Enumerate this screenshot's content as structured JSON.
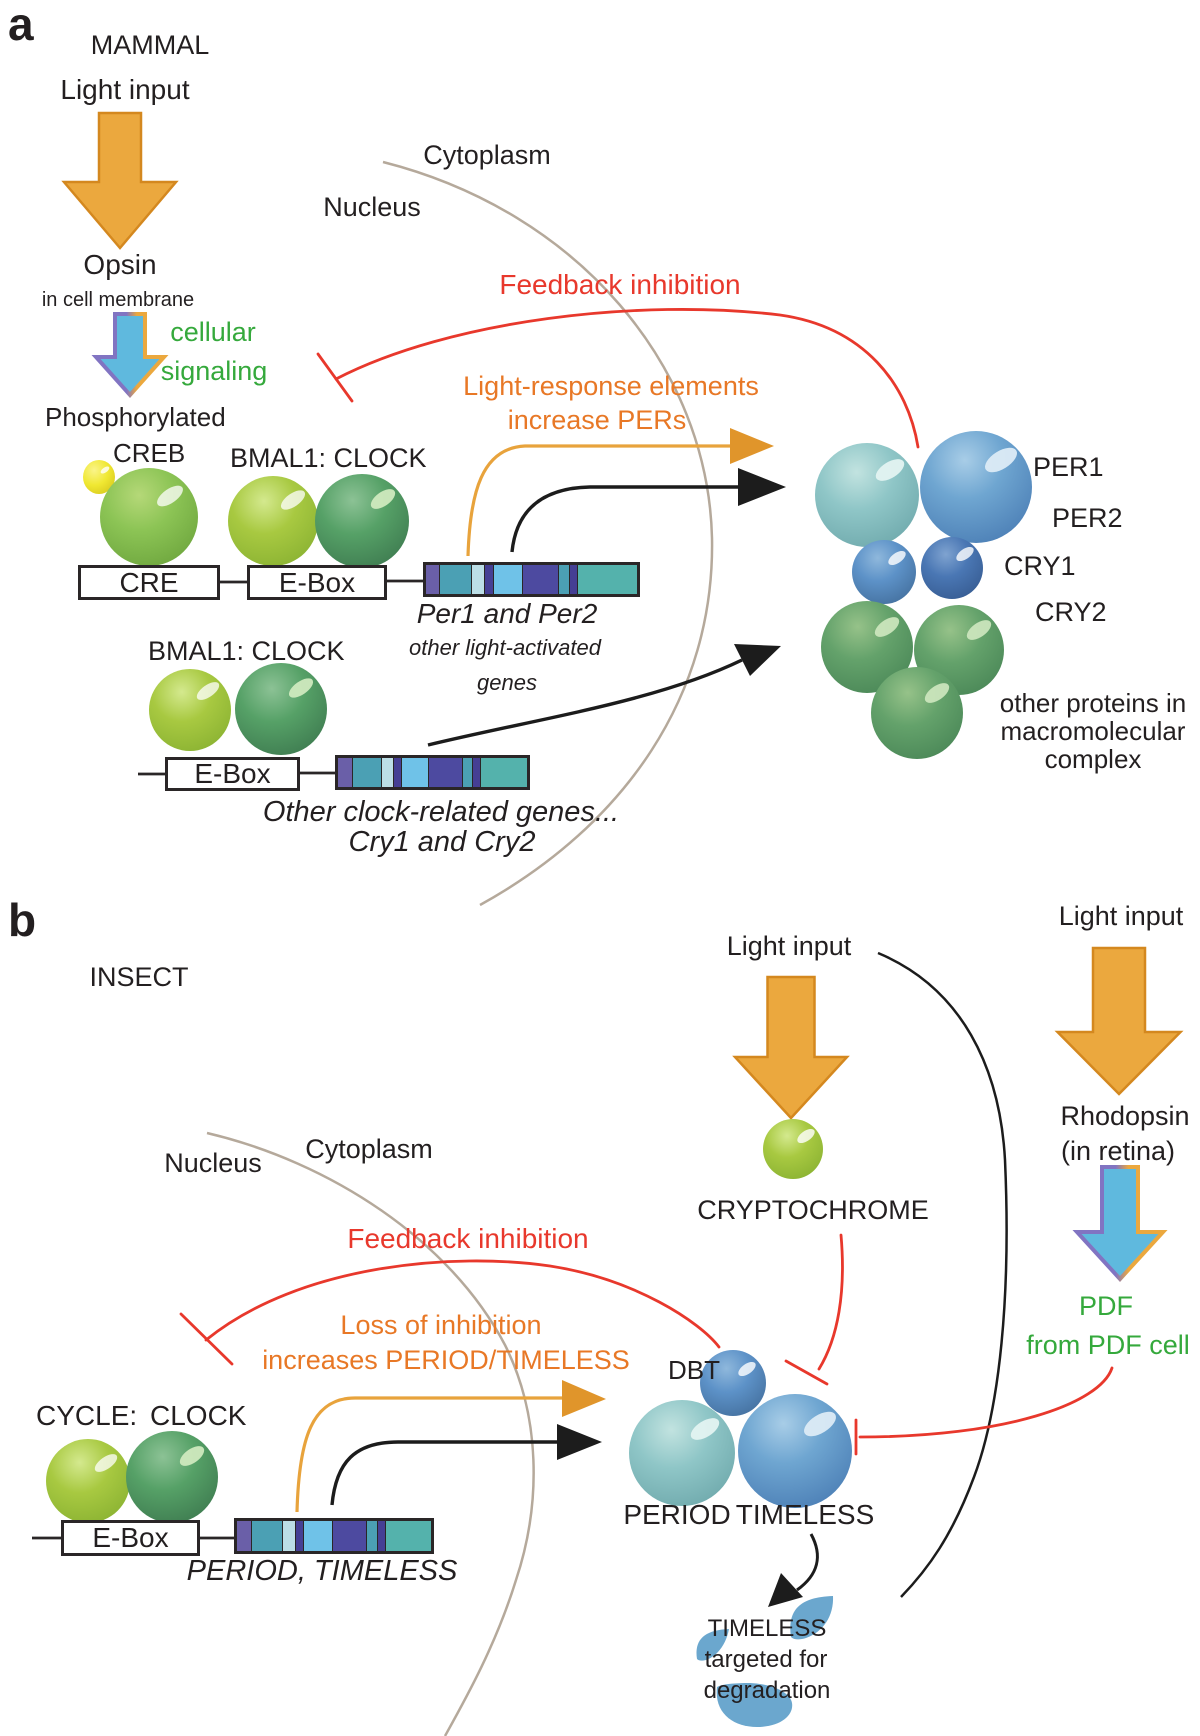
{
  "palette": {
    "red_inhibition": "#E8382C",
    "orange_text": "#E87826",
    "green_text": "#35A93C",
    "orange_arrow": "#EBA83E",
    "blue_arrow": "#5FB9DE",
    "membrane_tan": "#B5A99B",
    "black_ink": "#231F20"
  },
  "panel_a": {
    "tag": "a",
    "title": "MAMMAL",
    "light_input": "Light input",
    "opsin": "Opsin",
    "opsin_location": "in cell membrane",
    "signaling_line1": "cellular",
    "signaling_line2": "signaling",
    "phosphorylated": "Phosphorylated",
    "creb": "CREB",
    "bmal1_clock": "BMAL1: CLOCK",
    "cre_box": "CRE",
    "ebox": "E-Box",
    "cytoplasm": "Cytoplasm",
    "nucleus": "Nucleus",
    "feedback": "Feedback inhibition",
    "light_response_line1": "Light-response elements",
    "light_response_line2": "increase PERs",
    "gene1_line1": "Per1 and Per2",
    "gene1_line2": "other light-activated",
    "gene1_line3": "genes",
    "gene2_line1": "Other clock-related genes...",
    "gene2_line2": "Cry1 and Cry2",
    "proteins": {
      "per1": "PER1",
      "per2": "PER2",
      "cry1": "CRY1",
      "cry2": "CRY2"
    },
    "other_proteins_line1": "other proteins in",
    "other_proteins_line2": "macromolecular",
    "other_proteins_line3": "complex",
    "gene_bar1": [
      {
        "c": "#6A5FA8",
        "w": 14
      },
      {
        "c": "#4BA0B4",
        "w": 33
      },
      {
        "c": "#BCDEE6",
        "w": 13
      },
      {
        "c": "#453F94",
        "w": 8
      },
      {
        "c": "#6FC2E8",
        "w": 30
      },
      {
        "c": "#4D4AA0",
        "w": 38
      },
      {
        "c": "#4BA0B4",
        "w": 10
      },
      {
        "c": "#453F94",
        "w": 8
      },
      {
        "c": "#54B2AC",
        "w": 63
      }
    ],
    "gene_bar2": [
      {
        "c": "#6A5FA8",
        "w": 15
      },
      {
        "c": "#4BA0B4",
        "w": 30
      },
      {
        "c": "#BCDEE6",
        "w": 12
      },
      {
        "c": "#453F94",
        "w": 8
      },
      {
        "c": "#6FC2E8",
        "w": 28
      },
      {
        "c": "#4D4AA0",
        "w": 35
      },
      {
        "c": "#4BA0B4",
        "w": 10
      },
      {
        "c": "#453F94",
        "w": 7
      },
      {
        "c": "#54B2AC",
        "w": 50
      }
    ]
  },
  "panel_b": {
    "tag": "b",
    "title": "INSECT",
    "nucleus": "Nucleus",
    "cytoplasm": "Cytoplasm",
    "feedback": "Feedback inhibition",
    "loss_line1": "Loss of inhibition",
    "loss_line2": "increases PERIOD/TIMELESS",
    "cycle": "CYCLE:",
    "clock": "CLOCK",
    "ebox": "E-Box",
    "gene_label": "PERIOD, TIMELESS",
    "light_input_cry": "Light input",
    "cryptochrome": "CRYPTOCHROME",
    "light_input_retina": "Light input",
    "rhodopsin": "Rhodopsin",
    "rhodopsin_location": "(in retina)",
    "pdf_line1": "PDF",
    "pdf_line2": "from PDF cell",
    "dbt": "DBT",
    "period": "PERIOD",
    "timeless": "TIMELESS",
    "degradation_line1": "TIMELESS",
    "degradation_line2": "targeted for",
    "degradation_line3": "degradation",
    "gene_bar": [
      {
        "c": "#6A5FA8",
        "w": 15
      },
      {
        "c": "#4BA0B4",
        "w": 32
      },
      {
        "c": "#BCDEE6",
        "w": 13
      },
      {
        "c": "#453F94",
        "w": 8
      },
      {
        "c": "#6FC2E8",
        "w": 30
      },
      {
        "c": "#4D4AA0",
        "w": 35
      },
      {
        "c": "#4BA0B4",
        "w": 11
      },
      {
        "c": "#453F94",
        "w": 8
      },
      {
        "c": "#54B2AC",
        "w": 48
      }
    ]
  }
}
